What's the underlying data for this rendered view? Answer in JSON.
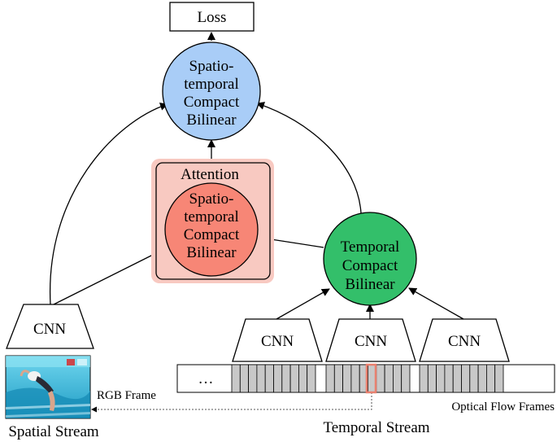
{
  "nodes": {
    "loss": "Loss",
    "spatiotemporal_top": [
      "Spatio-",
      "temporal",
      "Compact",
      "Bilinear"
    ],
    "attention_label": "Attention",
    "spatiotemporal_attention": [
      "Spatio-",
      "temporal",
      "Compact",
      "Bilinear"
    ],
    "temporal_compact": [
      "Temporal",
      "Compact",
      "Bilinear"
    ],
    "cnn_spatial": "CNN",
    "cnn_temporal": [
      "CNN",
      "CNN",
      "CNN"
    ]
  },
  "inputs": {
    "rgb_frame_label": "RGB Frame",
    "optical_flow_label": "Optical Flow Frames",
    "ellipsis": "…"
  },
  "captions": {
    "spatial_stream": "Spatial Stream",
    "temporal_stream": "Temporal Stream"
  },
  "colors": {
    "spatiotemporal_top_fill": "#a9cdf7",
    "attention_box_fill": "#f8c9c1",
    "attention_node_fill": "#f78676",
    "temporal_node_fill": "#33bf6a",
    "flow_frame_fill": "#c8c8c8",
    "highlight_frame_stroke": "#e8806f"
  },
  "icons": {
    "rgb_thumbnail": "swimmer-underwater-image"
  }
}
